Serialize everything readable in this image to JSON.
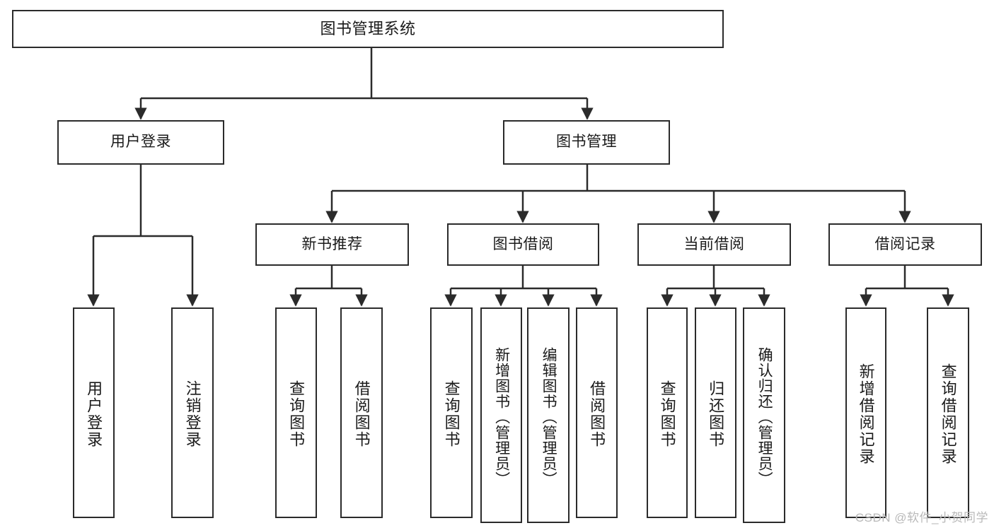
{
  "diagram": {
    "title": "图书管理系统",
    "colors": {
      "stroke": "#2b2b2b",
      "background": "#ffffff",
      "text": "#1a1a1a",
      "watermark": "#b9b9b9"
    },
    "levels": {
      "root": {
        "label": "图书管理系统"
      },
      "level2": [
        {
          "id": "user-login",
          "label": "用户登录"
        },
        {
          "id": "book-management",
          "label": "图书管理"
        }
      ],
      "level3": [
        {
          "id": "new-book-recommend",
          "label": "新书推荐"
        },
        {
          "id": "book-borrow",
          "label": "图书借阅"
        },
        {
          "id": "current-borrow",
          "label": "当前借阅"
        },
        {
          "id": "borrow-record",
          "label": "借阅记录"
        }
      ],
      "leaves": {
        "user-login": [
          {
            "id": "leaf-user-login",
            "label": "用户登录"
          },
          {
            "id": "leaf-logout",
            "label": "注销登录"
          }
        ],
        "new-book-recommend": [
          {
            "id": "leaf-query-book-1",
            "label": "查询图书"
          },
          {
            "id": "leaf-borrow-book-1",
            "label": "借阅图书"
          }
        ],
        "book-borrow": [
          {
            "id": "leaf-query-book-2",
            "label": "查询图书"
          },
          {
            "id": "leaf-add-book-admin",
            "label": "新增图书（管理员）"
          },
          {
            "id": "leaf-edit-book-admin",
            "label": "编辑图书（管理员）"
          },
          {
            "id": "leaf-borrow-book-2",
            "label": "借阅图书"
          }
        ],
        "current-borrow": [
          {
            "id": "leaf-query-book-3",
            "label": "查询图书"
          },
          {
            "id": "leaf-return-book",
            "label": "归还图书"
          },
          {
            "id": "leaf-confirm-return-admin",
            "label": "确认归还（管理员）"
          }
        ],
        "borrow-record": [
          {
            "id": "leaf-add-borrow-record",
            "label": "新增借阅记录"
          },
          {
            "id": "leaf-query-borrow-record",
            "label": "查询借阅记录"
          }
        ]
      }
    },
    "watermark": "CSDN @软件_小贺同学"
  }
}
